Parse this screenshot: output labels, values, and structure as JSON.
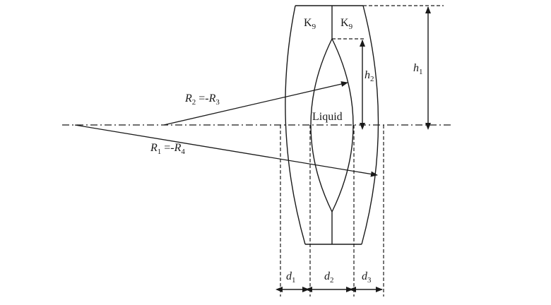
{
  "labels": {
    "k9_left": "K",
    "k9_left_sub": "9",
    "k9_right": "K",
    "k9_right_sub": "9",
    "h1": "h",
    "h1_sub": "1",
    "h2": "h",
    "h2_sub": "2",
    "liquid": "Liquid",
    "r23": {
      "a": "R",
      "a_sub": "2",
      "mid": " =-",
      "b": "R",
      "b_sub": "3"
    },
    "r14": {
      "a": "R",
      "a_sub": "1",
      "mid": " =-",
      "b": "R",
      "b_sub": "4"
    },
    "d1": "d",
    "d1_sub": "1",
    "d2": "d",
    "d2_sub": "2",
    "d3": "d",
    "d3_sub": "3"
  },
  "colors": {
    "stroke": "#1a1a1a",
    "background": "#ffffff"
  }
}
